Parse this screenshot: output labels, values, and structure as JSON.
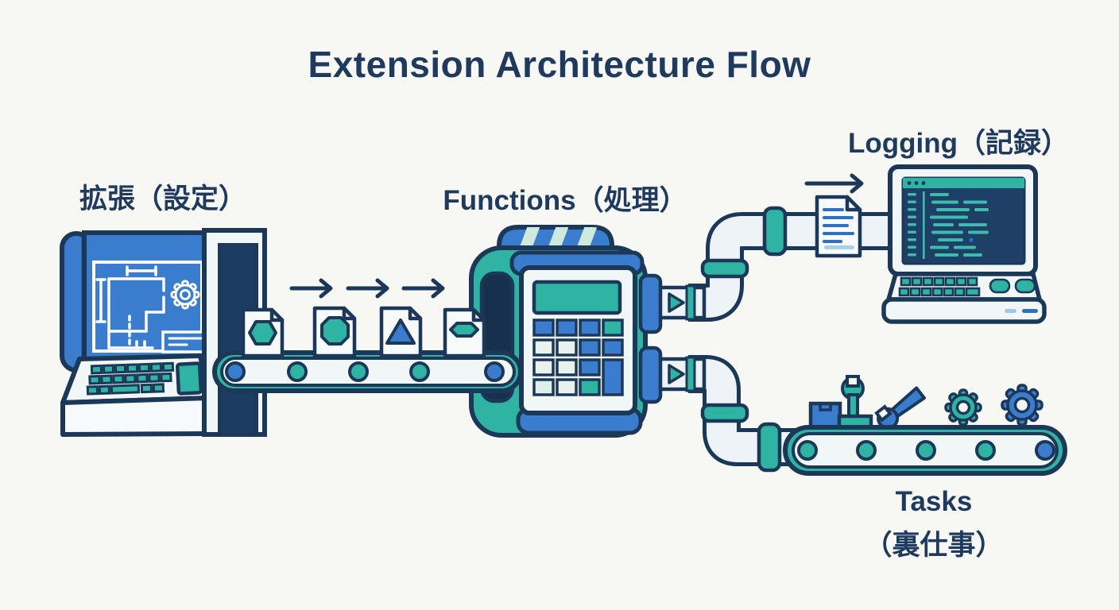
{
  "title": "Extension Architecture Flow",
  "labels": {
    "extension": "拡張（設定）",
    "functions": "Functions（処理）",
    "logging": "Logging（記録）",
    "tasks_line1": "Tasks",
    "tasks_line2": "（裏仕事）"
  },
  "icons": [
    "blueprint-icon",
    "gear-icon",
    "keyboard-icon",
    "conveyor-belt-icon",
    "document-hexagon-icon",
    "document-octagon-icon",
    "document-triangle-icon",
    "flow-arrow-icon",
    "processing-machine-icon",
    "play-output-icon",
    "pipe-icon",
    "log-document-icon",
    "laptop-code-icon",
    "package-icon",
    "wrench-icon",
    "spanner-icon",
    "gear-teal-icon",
    "gear-blue-icon"
  ],
  "colors": {
    "background": "#f7f7f4",
    "outline_navy": "#1c3859",
    "text_navy": "#1e3a5f",
    "blue": "#3a7ccd",
    "teal": "#2fb3a2",
    "mint": "#cfe9dd",
    "light_fill": "#f1f6f7",
    "pipe_fill": "#edf3f6",
    "screen_navy": "#1e4066",
    "code_teal": "#3dbcab",
    "doc_line_blue": "#2e6fc4",
    "slot_dark": "#16304d",
    "pillar_dark": "#1d3c62"
  }
}
